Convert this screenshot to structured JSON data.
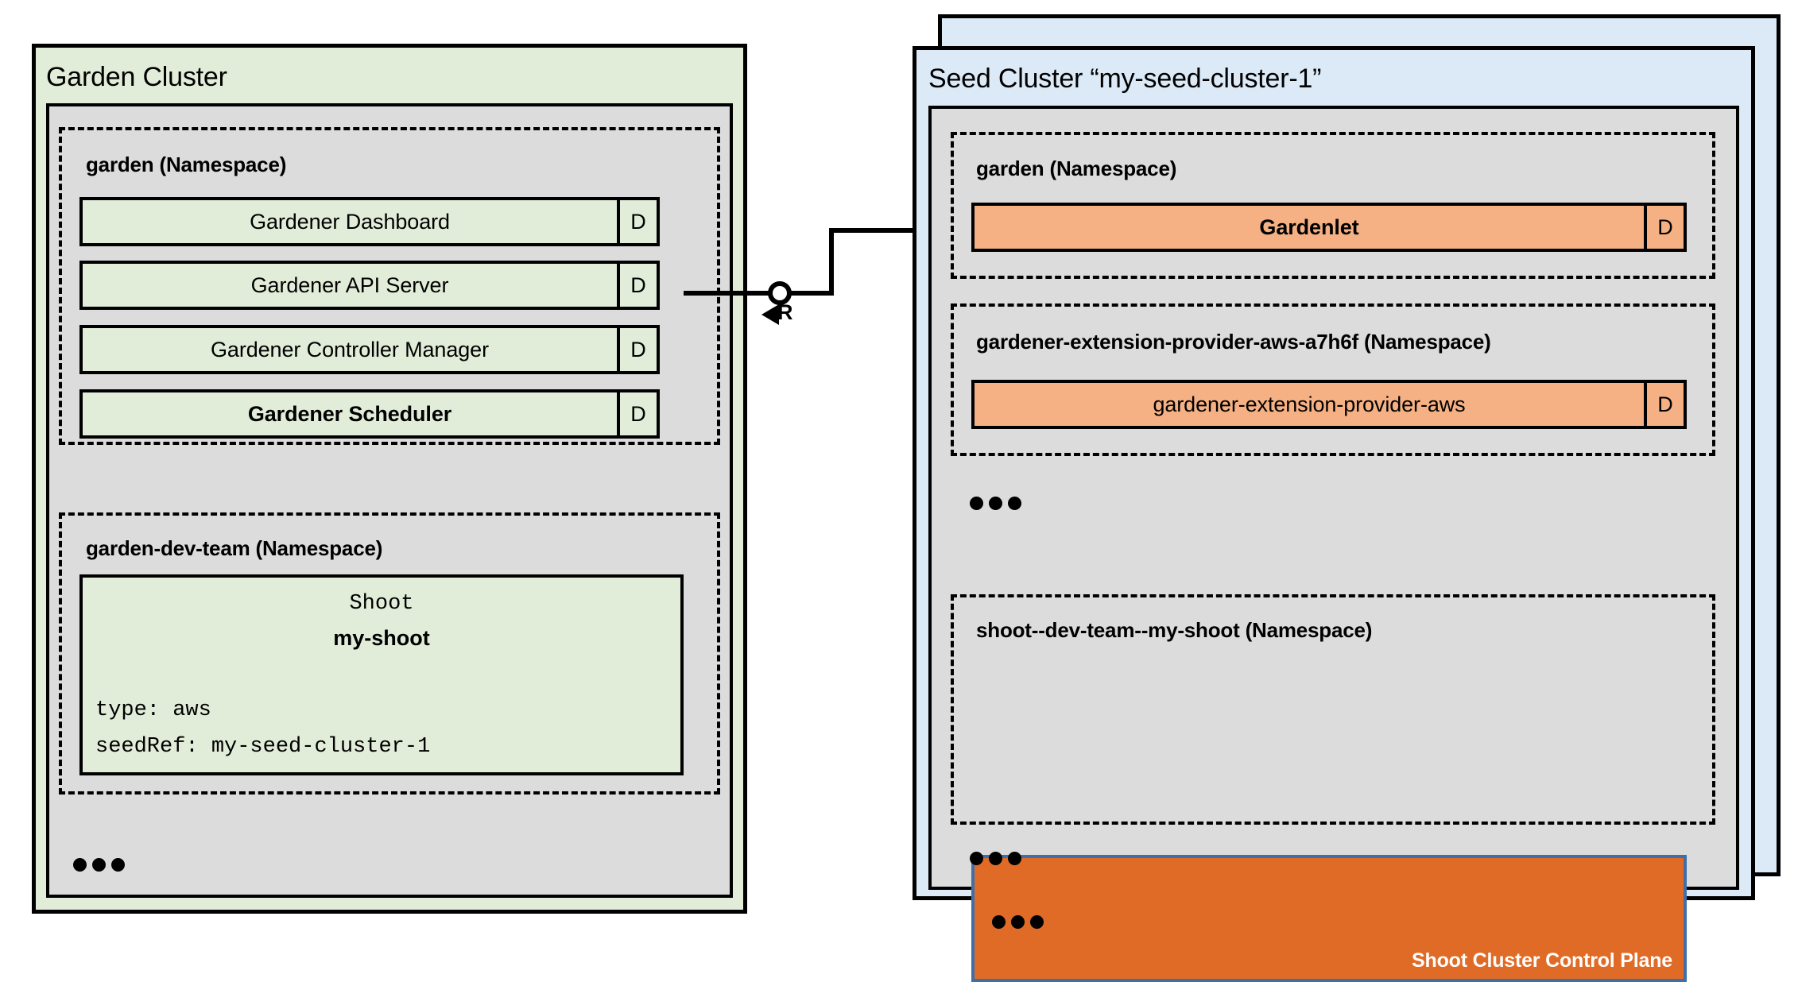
{
  "colors": {
    "garden_cluster_fill": "#E2EDD9",
    "seed_cluster_fill": "#DCE9F7",
    "kubernetes_body_fill": "#DCDCDC",
    "component_green": "#E2EDD9",
    "component_orange": "#F5B183",
    "control_plane_fill": "#E06B26",
    "control_plane_border": "#3F6FA8",
    "outline": "#000000"
  },
  "garden_cluster": {
    "title": "Garden Cluster",
    "namespaces": [
      {
        "label": "garden (Namespace)",
        "components": [
          {
            "name": "Gardener Dashboard",
            "badge": "D",
            "bold": false
          },
          {
            "name": "Gardener API Server",
            "badge": "D",
            "bold": false
          },
          {
            "name": "Gardener Controller Manager",
            "badge": "D",
            "bold": false
          },
          {
            "name": "Gardener Scheduler",
            "badge": "D",
            "bold": true
          }
        ]
      },
      {
        "label": "garden-dev-team (Namespace)",
        "resource": {
          "kind": "Shoot",
          "name": "my-shoot",
          "spec_lines": [
            "type: aws",
            "seedRef: my-seed-cluster-1"
          ]
        }
      }
    ],
    "overflow_indicator": "..."
  },
  "connector": {
    "label": "R",
    "from": "Gardener API Server",
    "to": "Gardenlet"
  },
  "seed_cluster": {
    "title": "Seed Cluster “my-seed-cluster-1”",
    "namespaces": [
      {
        "label": "garden (Namespace)",
        "components": [
          {
            "name": "Gardenlet",
            "badge": "D",
            "bold": true
          }
        ]
      },
      {
        "label": "gardener-extension-provider-aws-a7h6f (Namespace)",
        "components": [
          {
            "name": "gardener-extension-provider-aws",
            "badge": "D",
            "bold": false
          }
        ]
      },
      {
        "label": "shoot--dev-team--my-shoot (Namespace)",
        "control_plane": {
          "label": "Shoot Cluster Control Plane",
          "overflow_indicator": "..."
        }
      }
    ],
    "overflow_indicator_middle": "...",
    "overflow_indicator_bottom": "..."
  }
}
